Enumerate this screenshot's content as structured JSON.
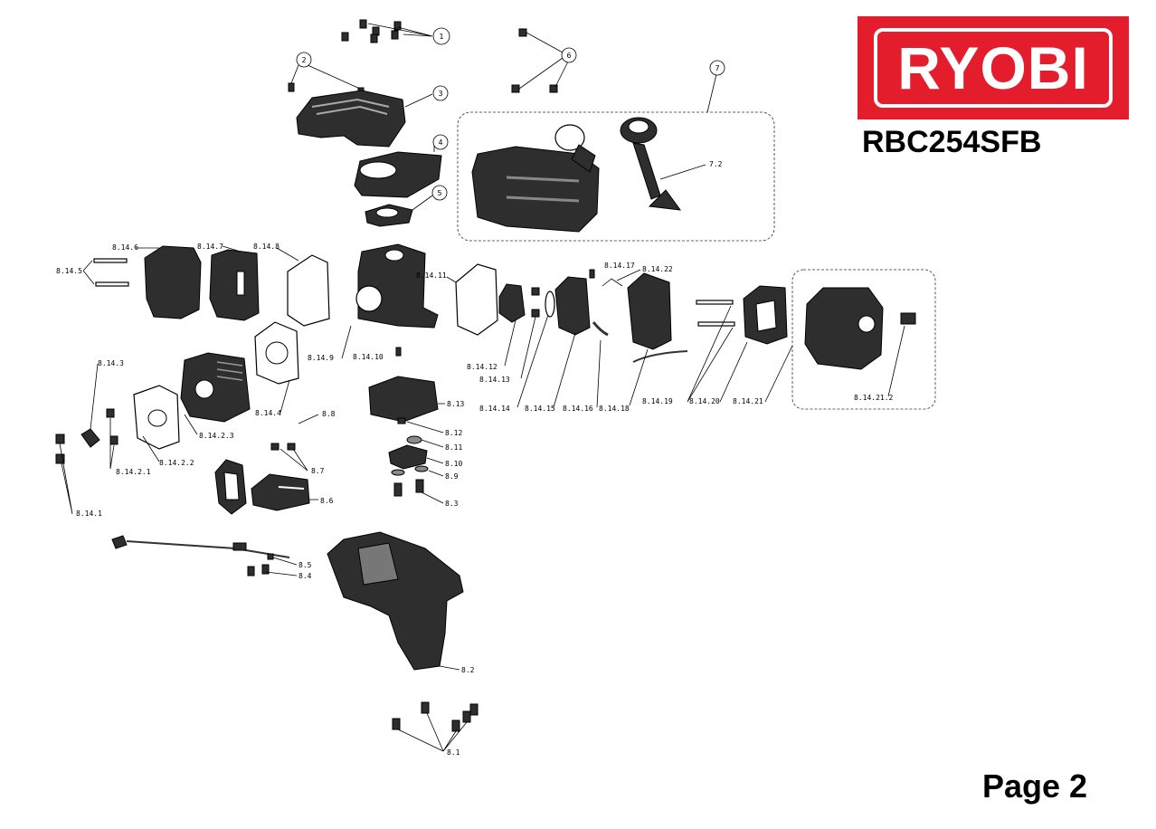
{
  "brand": {
    "logo_text": "RYOBI",
    "color": "#e31d2b"
  },
  "model": "RBC254SFB",
  "page_label": "Page 2",
  "callouts": {
    "c1": "1",
    "c2": "2",
    "c3": "3",
    "c4": "4",
    "c5": "5",
    "c6": "6",
    "c7": "7"
  },
  "labels": {
    "l7_2": "7.2",
    "l8_14_6": "8.14.6",
    "l8_14_7": "8.14.7",
    "l8_14_8": "8.14.8",
    "l8_14_5": "8.14.5",
    "l8_14_11": "8.14.11",
    "l8_14_17": "8.14.17",
    "l8_14_22": "8.14.22",
    "l8_14_9": "8.14.9",
    "l8_14_10": "8.14.10",
    "l8_14_12": "8.14.12",
    "l8_14_13": "8.14.13",
    "l8_14_14": "8.14.14",
    "l8_14_15": "8.14.15",
    "l8_14_16": "8.14.16",
    "l8_14_18": "8.14.18",
    "l8_14_19": "8.14.19",
    "l8_14_20": "8.14.20",
    "l8_14_21": "8.14.21",
    "l8_14_21_2": "8.14.21.2",
    "l8_14_3": "8.14.3",
    "l8_14_4": "8.14.4",
    "l8_14_2_3": "8.14.2.3",
    "l8_14_2_2": "8.14.2.2",
    "l8_14_2_1": "8.14.2.1",
    "l8_14_1": "8.14.1",
    "l8_8": "8.8",
    "l8_13": "8.13",
    "l8_12": "8.12",
    "l8_11": "8.11",
    "l8_10": "8.10",
    "l8_9": "8.9",
    "l8_7": "8.7",
    "l8_3": "8.3",
    "l8_6": "8.6",
    "l8_5": "8.5",
    "l8_4": "8.4",
    "l8_2": "8.2",
    "l8_1": "8.1"
  }
}
